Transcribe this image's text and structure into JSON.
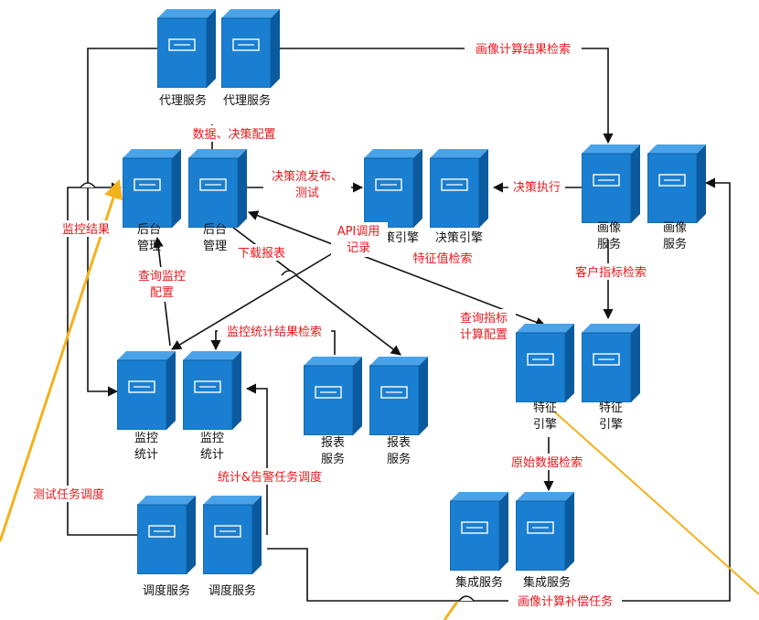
{
  "nodes": {
    "proxy_a": "代理服务",
    "proxy_b": "代理服务",
    "admin_a": [
      "后台",
      "管理"
    ],
    "admin_b": [
      "后台",
      "管理"
    ],
    "engine_a": "决策引擎",
    "engine_b": "决策引擎",
    "portrait_a": [
      "画像",
      "服务"
    ],
    "portrait_b": [
      "画像",
      "服务"
    ],
    "monitor_a": [
      "监控",
      "统计"
    ],
    "monitor_b": [
      "监控",
      "统计"
    ],
    "report_a": [
      "报表",
      "服务"
    ],
    "report_b": [
      "报表",
      "服务"
    ],
    "feature_a": [
      "特征",
      "引擎"
    ],
    "feature_b": [
      "特征",
      "引擎"
    ],
    "schedule_a": "调度服务",
    "schedule_b": "调度服务",
    "integration_a": "集成服务",
    "integration_b": "集成服务"
  },
  "edges": {
    "portrait_result_search": "画像计算结果检索",
    "data_decision_config": "数据、决策配置",
    "flow_publish": [
      "决策流发布、",
      "测试"
    ],
    "decision_exec": "决策执行",
    "monitor_result": "监控结果",
    "api_call_log": [
      "API调用",
      "记录"
    ],
    "download_report": "下载报表",
    "feature_value_search": "特征值检索",
    "customer_metric_search": "客户指标检索",
    "query_monitor_config": [
      "查询监控",
      "配置"
    ],
    "query_metric_config": [
      "查询指标",
      "计算配置"
    ],
    "monitor_stat_search": "监控统计结果检索",
    "stat_alarm_schedule": "统计&告警任务调度",
    "raw_data_search": "原始数据检索",
    "test_task_schedule": "测试任务调度",
    "portrait_compensate": "画像计算补偿任务"
  },
  "colors": {
    "server_front": "#1a7fd0",
    "server_side": "#0c5a9e",
    "server_top": "#4aa3e8",
    "edge_label": "#e8181c",
    "highlight_line": "#f2b21e"
  }
}
